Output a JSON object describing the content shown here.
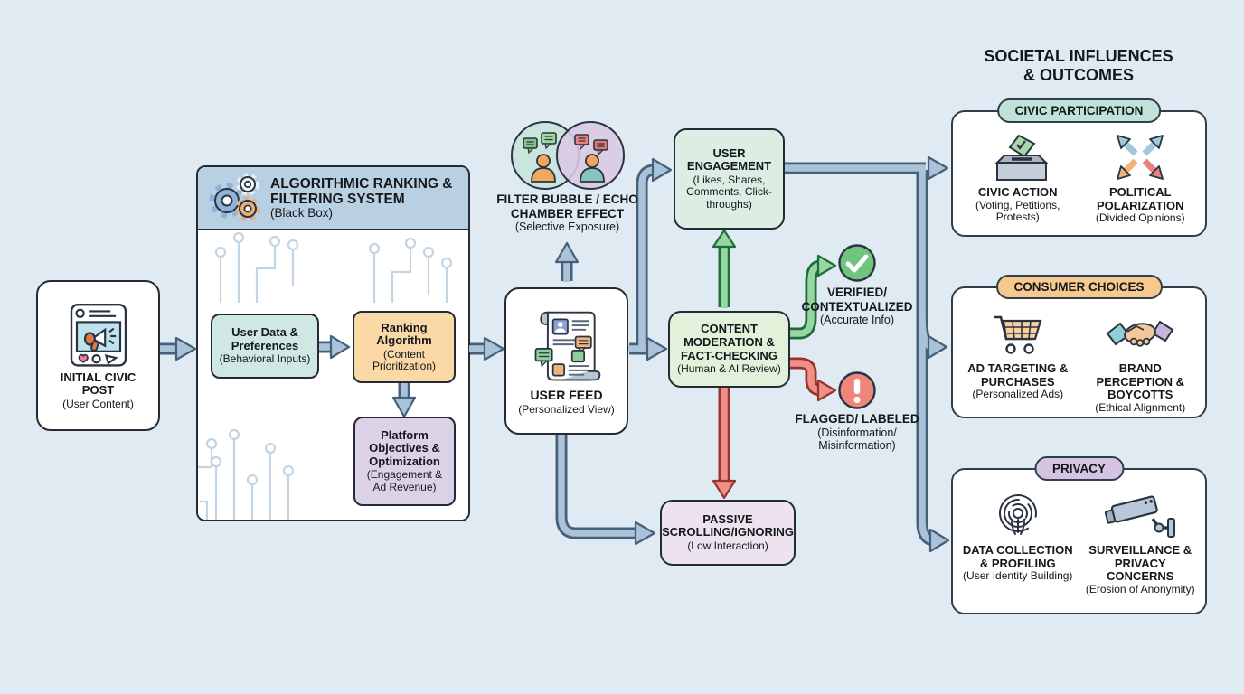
{
  "heading": {
    "line1": "SOCIETAL INFLUENCES",
    "line2": "& OUTCOMES"
  },
  "nodes": {
    "initial_post": {
      "title": "INITIAL CIVIC POST",
      "subtitle": "(User Content)"
    },
    "algo_system": {
      "title": "ALGORITHMIC RANKING & FILTERING SYSTEM",
      "subtitle": "(Black Box)"
    },
    "user_data": {
      "title": "User Data & Preferences",
      "subtitle": "(Behavioral Inputs)"
    },
    "ranking": {
      "title": "Ranking Algorithm",
      "subtitle": "(Content Prioritization)"
    },
    "platform": {
      "title": "Platform Objectives & Optimization",
      "subtitle": "(Engagement & Ad Revenue)"
    },
    "filter_bubble": {
      "title": "FILTER BUBBLE / ECHO CHAMBER EFFECT",
      "subtitle": "(Selective Exposure)"
    },
    "user_feed": {
      "title": "USER FEED",
      "subtitle": "(Personalized View)"
    },
    "engagement": {
      "title": "USER ENGAGEMENT",
      "subtitle": "(Likes, Shares, Comments, Click-throughs)"
    },
    "moderation": {
      "title": "CONTENT MODERATION & FACT-CHECKING",
      "subtitle": "(Human & AI Review)"
    },
    "verified": {
      "title": "VERIFIED/ CONTEXTUALIZED",
      "subtitle": "(Accurate Info)"
    },
    "flagged": {
      "title": "FLAGGED/ LABELED",
      "subtitle": "(Disinformation/ Misinformation)"
    },
    "passive": {
      "title": "PASSIVE SCROLLING/IGNORING",
      "subtitle": "(Low Interaction)"
    }
  },
  "cards": {
    "civic": {
      "pill": "CIVIC PARTICIPATION",
      "items": [
        {
          "title": "CIVIC ACTION",
          "subtitle": "(Voting, Petitions, Protests)"
        },
        {
          "title": "POLITICAL POLARIZATION",
          "subtitle": "(Divided Opinions)"
        }
      ]
    },
    "consumer": {
      "pill": "CONSUMER CHOICES",
      "items": [
        {
          "title": "AD TARGETING & PURCHASES",
          "subtitle": "(Personalized Ads)"
        },
        {
          "title": "BRAND PERCEPTION & BOYCOTTS",
          "subtitle": "(Ethical Alignment)"
        }
      ]
    },
    "privacy": {
      "pill": "PRIVACY",
      "items": [
        {
          "title": "DATA COLLECTION & PROFILING",
          "subtitle": "(User Identity Building)"
        },
        {
          "title": "SURVEILLANCE & PRIVACY CONCERNS",
          "subtitle": "(Erosion of Anonymity)"
        }
      ]
    }
  },
  "colors": {
    "background": "#dfeaf3",
    "node_border": "#242b34",
    "steel_arrow": "#aac3d9",
    "steel_arrow_outline": "#44607a",
    "green_arrow": "#96d6a0",
    "green_arrow_outline": "#1f6d3c",
    "red_arrow": "#ef8f85",
    "red_arrow_outline": "#96352f",
    "algo_header": "#b9cfe2",
    "teal_box": "#cfe8e3",
    "orange_box": "#fbd9a6",
    "purple_box": "#dcd2e7",
    "engagement_box": "#dcede3",
    "moderation_box": "#e4f1da",
    "passive_box": "#ece3ef",
    "pill_civic": "#bfe3d9",
    "pill_consumer": "#f6c98f",
    "pill_privacy": "#d5c4e1",
    "verified_icon": "#6fc47e",
    "flagged_icon": "#f0857b"
  }
}
